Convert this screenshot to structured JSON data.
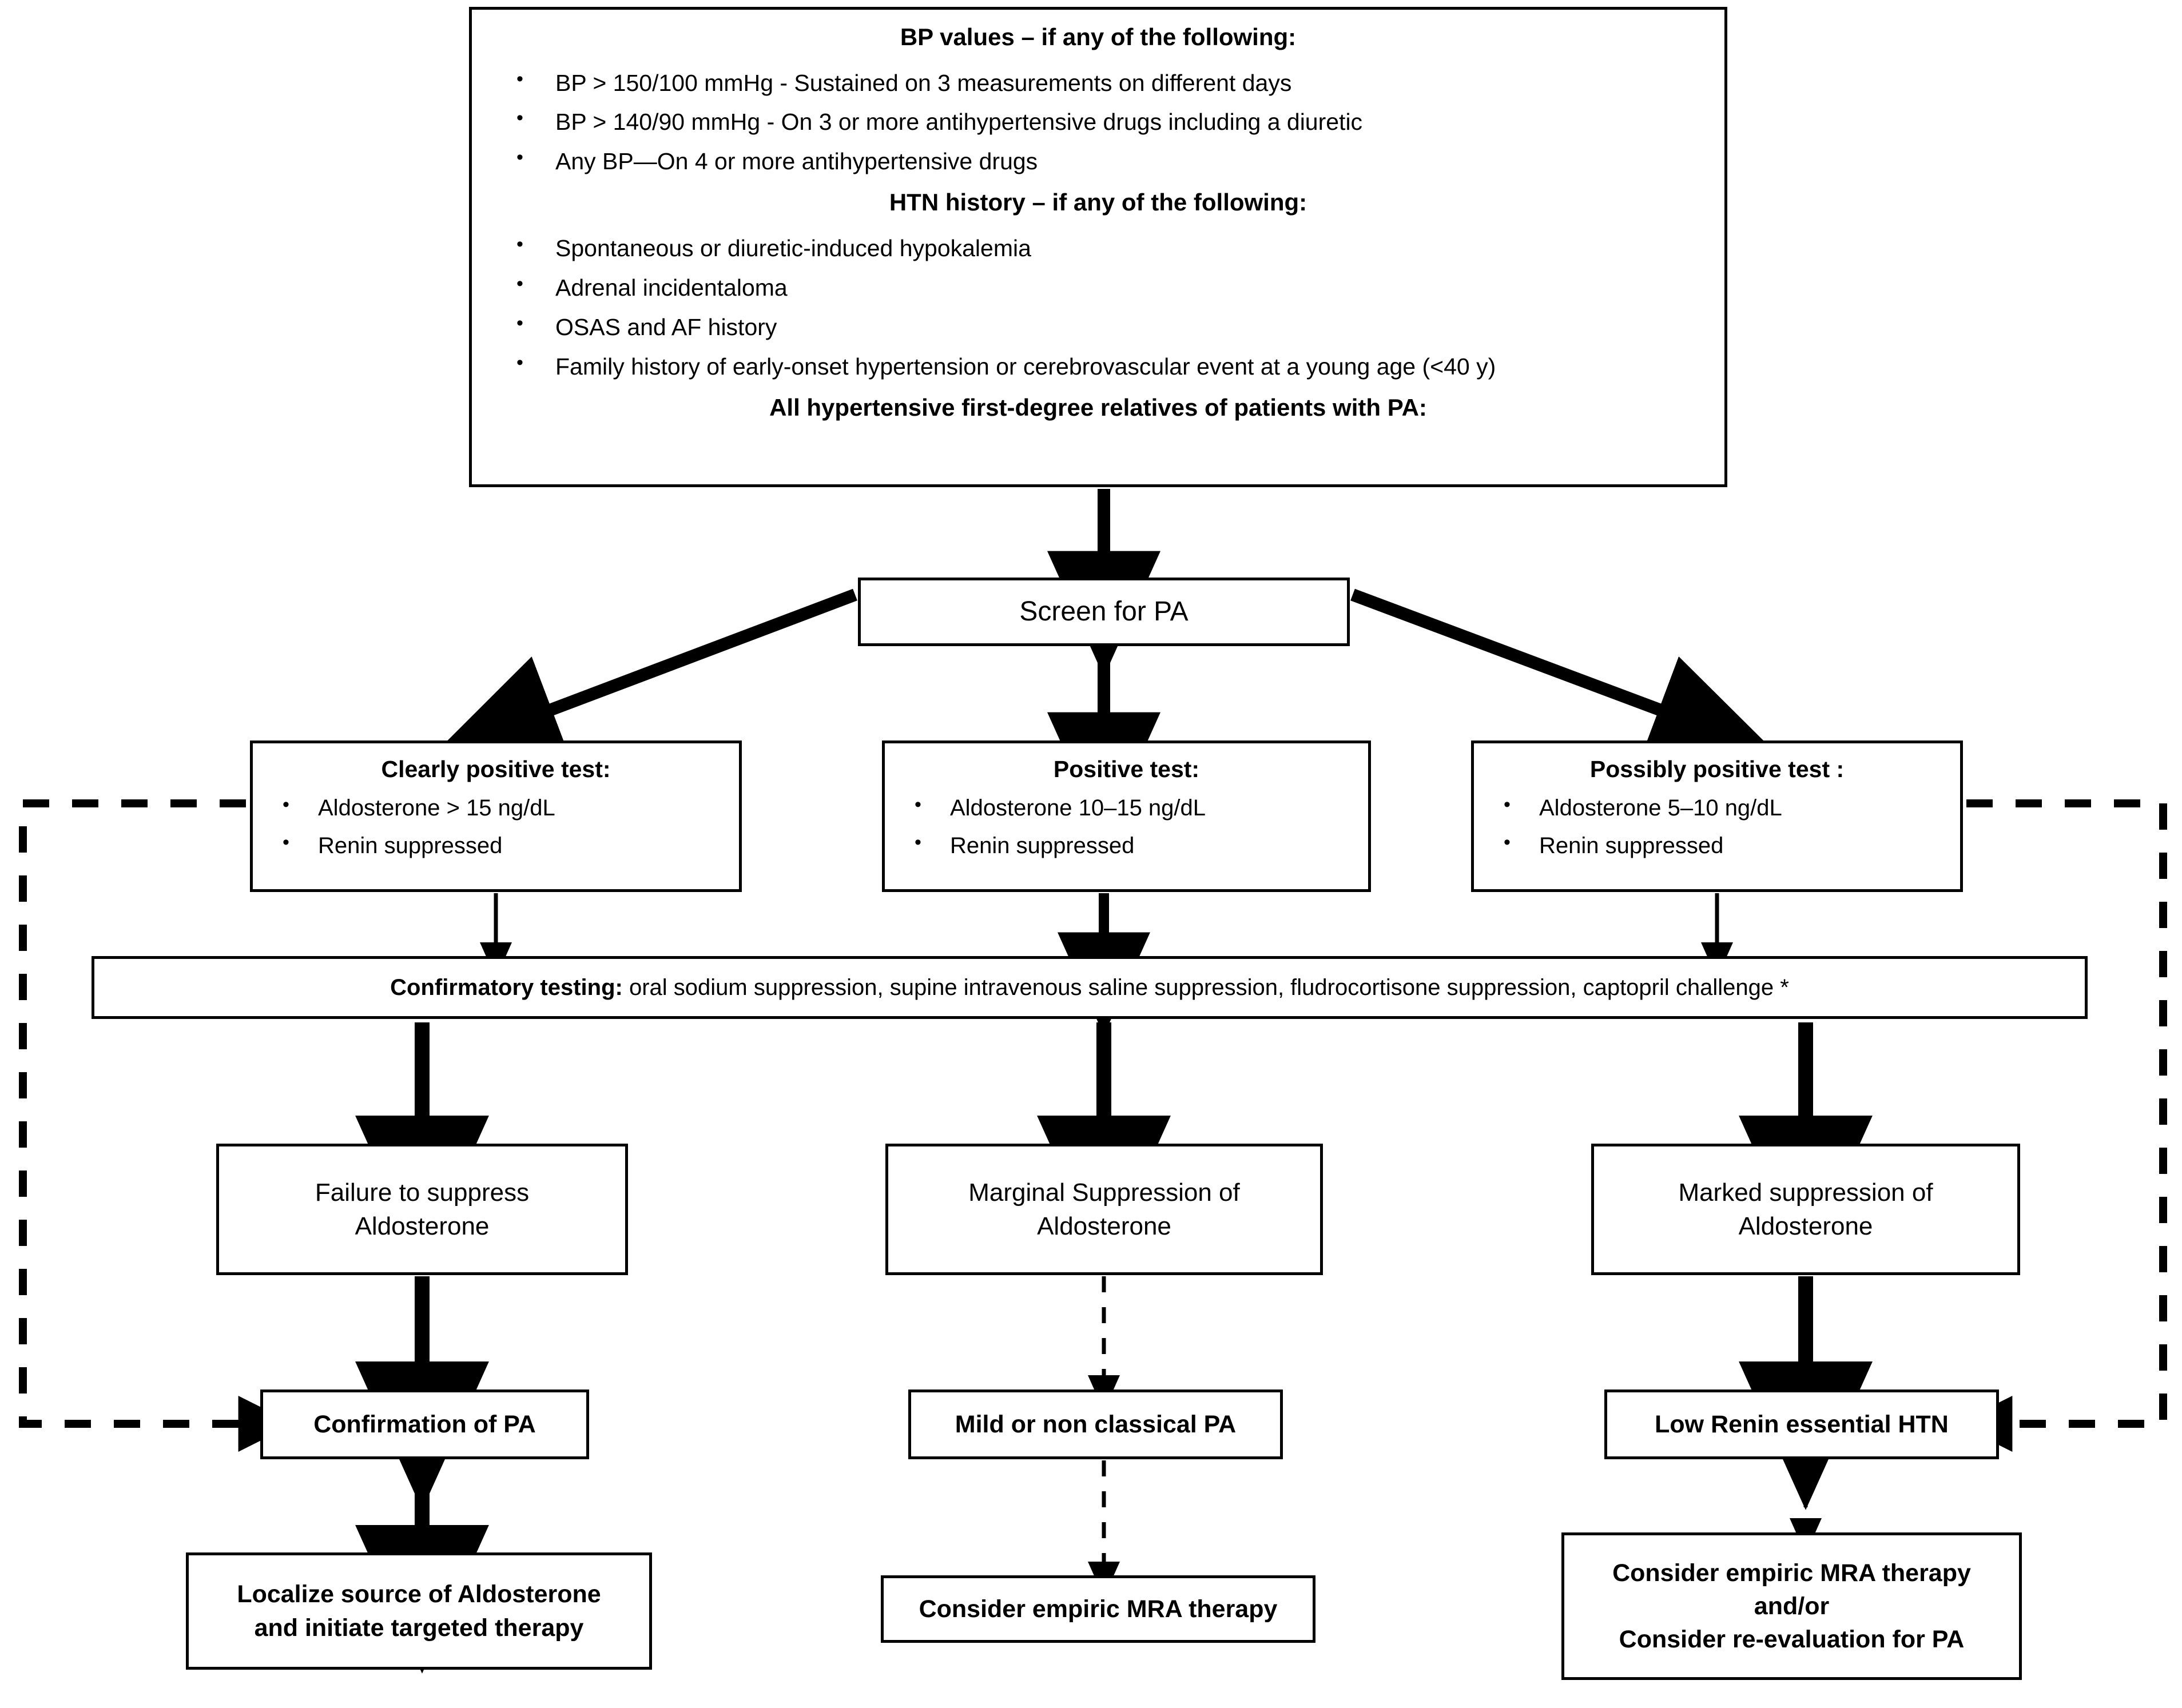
{
  "figure": {
    "type": "clinical-decision-flowchart",
    "topic": "Primary Aldosteronism (PA) screening and confirmation algorithm"
  },
  "criteria": {
    "bp_header": "BP values – if  any of the following:",
    "bp_items": [
      "BP > 150/100 mmHg - Sustained on 3 measurements on different days",
      "BP > 140/90 mmHg - On 3 or more antihypertensive drugs including a diuretic",
      "Any BP—On 4 or more antihypertensive drugs"
    ],
    "htn_header": "HTN history – if any of the following:",
    "htn_items": [
      "Spontaneous or diuretic-induced hypokalemia",
      "Adrenal incidentaloma",
      "OSAS and AF history",
      "Family history of early-onset hypertension or cerebrovascular event at a young age (<40 y)"
    ],
    "relatives_header": "All hypertensive first-degree relatives of patients with PA:"
  },
  "screen": {
    "label": "Screen for PA"
  },
  "tests": [
    {
      "id": "clearly-positive",
      "header": "Clearly positive test:",
      "items": [
        "Aldosterone > 15 ng/dL",
        "Renin suppressed"
      ]
    },
    {
      "id": "positive",
      "header": "Positive test:",
      "items": [
        "Aldosterone 10–15 ng/dL",
        "Renin suppressed"
      ]
    },
    {
      "id": "possibly-positive",
      "header": "Possibly positive test :",
      "items": [
        "Aldosterone 5–10 ng/dL",
        "Renin suppressed"
      ]
    }
  ],
  "confirmatory": {
    "label": "Confirmatory testing:",
    "tests": " oral sodium suppression, supine intravenous saline suppression, fludrocortisone suppression, captopril challenge *"
  },
  "suppression": [
    {
      "id": "failure",
      "line1": "Failure to suppress",
      "line2": "Aldosterone"
    },
    {
      "id": "marginal",
      "line1": "Marginal Suppression of",
      "line2": "Aldosterone"
    },
    {
      "id": "marked",
      "line1": "Marked suppression of",
      "line2": "Aldosterone"
    }
  ],
  "diagnosis": [
    {
      "id": "confirmation-pa",
      "label": "Confirmation of PA"
    },
    {
      "id": "mild-pa",
      "label": "Mild or non classical PA"
    },
    {
      "id": "low-renin-htn",
      "label": "Low Renin essential HTN"
    }
  ],
  "therapy": {
    "localize": {
      "line1": "Localize source of Aldosterone",
      "line2": "and initiate targeted therapy"
    },
    "mra": {
      "line1": "Consider empiric MRA therapy"
    },
    "consider": {
      "line1": "Consider empiric MRA therapy",
      "line2": "and/or",
      "line3": "Consider re-evaluation for PA"
    }
  },
  "colors": {
    "stroke": "#000000",
    "background": "#ffffff"
  }
}
